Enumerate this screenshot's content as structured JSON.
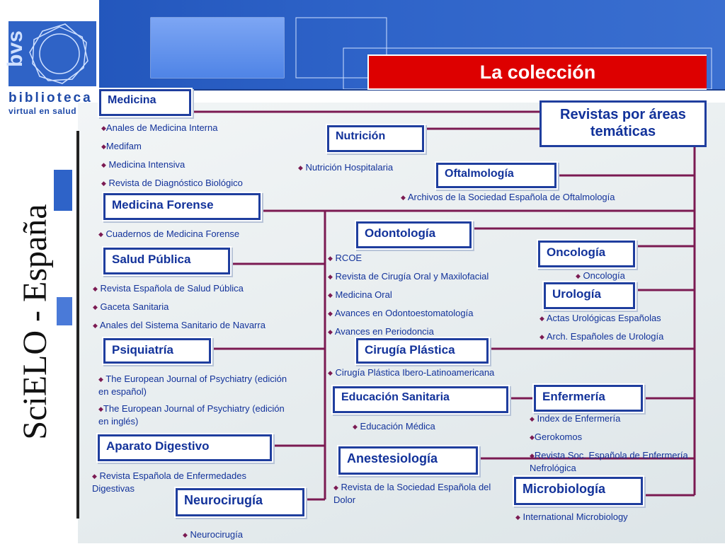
{
  "header": {
    "title": "La colección",
    "logo": {
      "letters": "bvs",
      "line1": "biblioteca",
      "line2": "virtual en salud"
    },
    "side_title": "SciELO - España"
  },
  "root": {
    "label": "Revistas por áreas temáticas"
  },
  "colors": {
    "header_blue": "#2e63c8",
    "title_red": "#dd0000",
    "box_border": "#1f3e9e",
    "text_blue": "#12329a",
    "connector": "#7b1a52"
  },
  "areas": [
    {
      "name": "Medicina",
      "journals": [
        "Anales de Medicina Interna",
        "Medifam",
        "Medicina Intensiva",
        "Revista de Diagnóstico Biológico"
      ]
    },
    {
      "name": "Medicina Forense",
      "journals": [
        "Cuadernos de Medicina Forense"
      ]
    },
    {
      "name": "Salud Pública",
      "journals": [
        "Revista Española de Salud Pública",
        "Gaceta Sanitaria",
        "Anales del Sistema Sanitario de Navarra"
      ]
    },
    {
      "name": "Psiquiatría",
      "journals": [
        "The European Journal of Psychiatry (edición en español)",
        "The European Journal of Psychiatry (edición en inglés)"
      ]
    },
    {
      "name": "Aparato Digestivo",
      "journals": [
        "Revista Española de Enfermedades Digestivas"
      ]
    },
    {
      "name": "Neurocirugía",
      "journals": [
        "Neurocirugía"
      ]
    },
    {
      "name": "Nutrición",
      "journals": [
        "Nutrición Hospitalaria"
      ]
    },
    {
      "name": "Oftalmología",
      "journals": [
        "Archivos de la Sociedad Española de Oftalmología"
      ]
    },
    {
      "name": "Odontología",
      "journals": [
        "RCOE",
        "Revista de Cirugía Oral y Maxilofacial",
        "Medicina Oral",
        "Avances en Odontoestomatología",
        "Avances en Periodoncia"
      ]
    },
    {
      "name": "Cirugía Plástica",
      "journals": [
        "Cirugía Plástica Ibero-Latinoamericana"
      ]
    },
    {
      "name": "Educación Sanitaria",
      "journals": [
        "Educación Médica"
      ]
    },
    {
      "name": "Anestesiología",
      "journals": [
        "Revista de la Sociedad Española del Dolor"
      ]
    },
    {
      "name": "Oncología",
      "journals": [
        "Oncología"
      ]
    },
    {
      "name": "Urología",
      "journals": [
        "Actas Urológicas Españolas",
        "Arch. Españoles de Urología"
      ]
    },
    {
      "name": "Enfermería",
      "journals": [
        "Index de Enfermería",
        "Gerokomos",
        "Revista Soc. Española de Enfermería Nefrológica"
      ]
    },
    {
      "name": "Microbiología",
      "journals": [
        "International Microbiology"
      ]
    }
  ]
}
